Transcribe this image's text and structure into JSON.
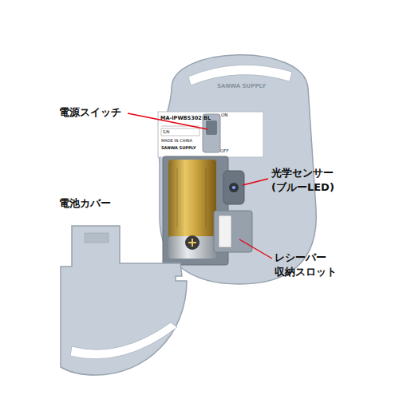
{
  "diagram": {
    "labels": [
      "電源スイッチ",
      "SANWA SUPPLY",
      "MA-IPWBS302 BL",
      "ON",
      "S/N",
      "OFF",
      "MADE IN CHINA",
      "SANWA SUPPLY",
      "光学センサー (ブルーLED)",
      "電池カバー",
      "レシーバー 収納スロット"
    ]
  }
}
